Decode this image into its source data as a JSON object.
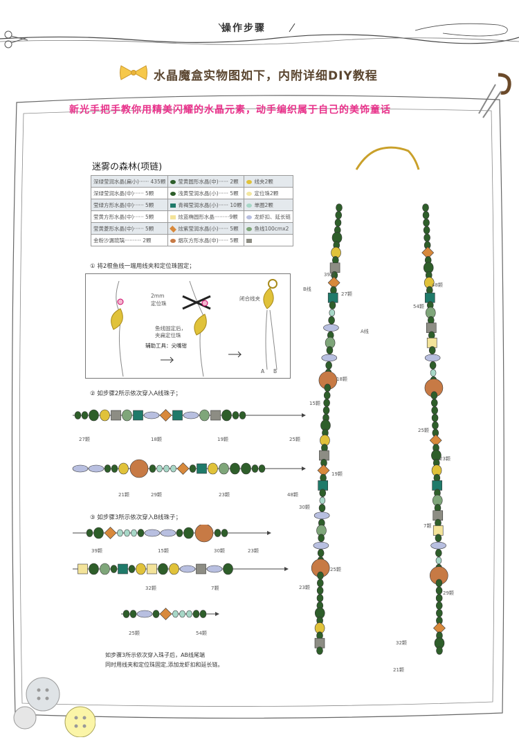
{
  "header": {
    "title": "操作步骤"
  },
  "intro": {
    "title": "水晶魔盒实物图如下，内附详细DIY教程",
    "subtitle": "新光手把手教你用精美闪耀的水晶元素，动手编织属于自己的美饰童话"
  },
  "product": {
    "name": "迷雾の森林(项链)"
  },
  "materials": [
    {
      "left": "深绿莹润水晶(扁小)······ 435颗",
      "mid": "莹黄圆形水晶(中)······ 2颗",
      "right": "线夹2颗"
    },
    {
      "left": "深绿莹润水晶(中)······ 5颗",
      "mid": "浅黄莹润水晶(小)······ 5颗",
      "right": "定位珠2颗"
    },
    {
      "left": "莹绿方形水晶(中)······ 5颗",
      "mid": "青褐莹润水晶(小)······ 10颗",
      "right": "单圈2颗"
    },
    {
      "left": "莹黄方形水晶(中)······ 5颗",
      "mid": "炫蓝椭圆形水晶·········9颗",
      "right": "龙虾扣、延长链"
    },
    {
      "left": "莹黄菱形水晶(中)······ 5颗",
      "mid": "炫紫莹润水晶(小)······ 5颗",
      "right": "鱼线100cmx2"
    },
    {
      "left": "金粉沙漏琉璃·········· 2颗",
      "mid": "烟灰方形水晶(中)······ 5颗",
      "right": ""
    }
  ],
  "colors": {
    "dark_green": "#2e5e2a",
    "teal": "#1f7a6a",
    "gold": "#e0c23a",
    "lilac": "#b8bfe0",
    "mint": "#a7d7c7",
    "sage": "#7fa67a",
    "gray": "#8d8d84",
    "orange": "#d8893c",
    "brown": "#c77a45",
    "pink": "#e8318a"
  },
  "steps": {
    "s1": "① 将2根鱼线一端用线夹和定位珠固定；",
    "s2": "② 如步骤2所示依次穿入A线珠子；",
    "s3": "③ 如步骤3所示依次穿入B线珠子；"
  },
  "diagram1": {
    "label_2mm": "2mm",
    "label_bead": "定位珠",
    "label_fix": "鱼线固定后，",
    "label_fix2": "夹扁定位珠",
    "label_tool": "辅助工具：尖嘴钳",
    "label_close": "闭合线夹",
    "label_a": "A",
    "label_b": "B"
  },
  "row_counts": {
    "r1": [
      "27颗",
      "18颗",
      "19颗",
      "25颗"
    ],
    "r2": [
      "21颗",
      "29颗",
      "23颗",
      "48颗"
    ],
    "r3": [
      "39颗",
      "15颗",
      "30颗",
      "23颗"
    ],
    "r4": [
      "32颗",
      "7颗"
    ],
    "r5": [
      "25颗",
      "54颗"
    ]
  },
  "necklace_labels": {
    "b_line": "B线",
    "a_line": "A线",
    "c39": "39颗",
    "c27": "27颗",
    "c48": "48颗",
    "c54": "54颗",
    "c18": "18颗",
    "c15": "15颗",
    "c25a": "25颗",
    "c23a": "23颗",
    "c19": "19颗",
    "c30": "30颗",
    "c7": "7颗",
    "c25b": "25颗",
    "c23b": "23颗",
    "c29": "29颗",
    "c32": "32颗",
    "c21": "21颗"
  },
  "footnote": {
    "line1": "如步骤3所示依次穿入珠子后，AB线尾端",
    "line2": "同时用线夹和定位珠固定,添加龙虾扣和延长链。"
  }
}
